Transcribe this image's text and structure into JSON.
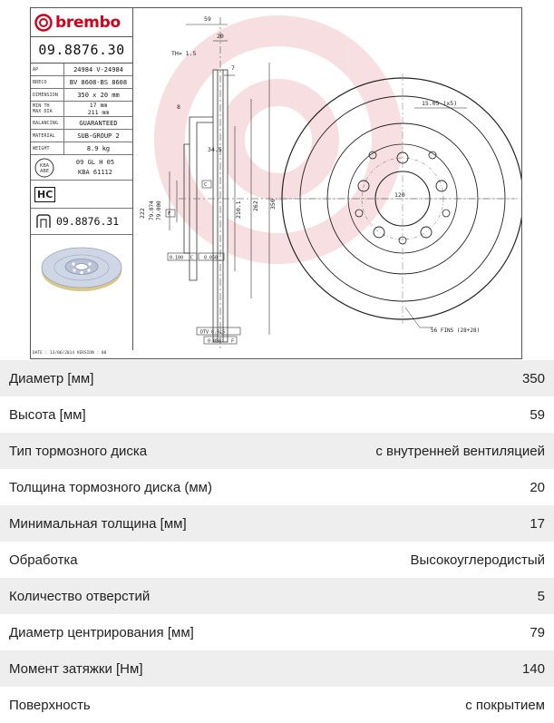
{
  "drawing": {
    "brand": "brembo",
    "part_number": "09.8876.30",
    "specs": [
      {
        "key": "AP",
        "value": "24984 V-24984"
      },
      {
        "key": "BRECO",
        "value": "BV 8608-BS 8608"
      },
      {
        "key": "DIMENSION",
        "value": "350 x 20 mm"
      },
      {
        "key": "MIN TH / MAX DIA",
        "value": "17 mm\n211 mm"
      },
      {
        "key": "BALANCING",
        "value": "GUARANTEED"
      },
      {
        "key": "MATERIAL",
        "value": "SUB-GROUP 2"
      },
      {
        "key": "WEIGHT",
        "value": "8.9 kg"
      }
    ],
    "min_th_label": "MIN TH",
    "max_dia_label": "MAX DIA",
    "min_th_value": "17 mm",
    "max_dia_value": "211 mm",
    "cert": {
      "icon_text_1": "KBA",
      "icon_text_2": "ABE",
      "line1": "09 GL H 05",
      "line2": "KBA 61112"
    },
    "hc_label": "HC",
    "alt_part_number": "09.8876.31",
    "date_line": "DATE : 13/06/2014 VERSION : 00",
    "dims": {
      "d59": "59",
      "d20": "20",
      "d7": "7",
      "th": "TH= 1.5",
      "d8": "8",
      "d345": "34.5",
      "c": "C",
      "f": "F",
      "d222": "222",
      "d79074": "79.074",
      "d79000": "79.000",
      "d2101": "210.1",
      "d262": "262",
      "d350": "350",
      "tol1": "0.100",
      "tol1c": "C",
      "tol2": "0.050",
      "dtv": "DTV 0.015",
      "tol3": "0.050",
      "tol3f": "F",
      "holes": "15.05 (x5)",
      "pcd": "120",
      "fins": "56 FINS (28+28)"
    }
  },
  "specs_list": [
    {
      "label": "Диаметр [мм]",
      "value": "350"
    },
    {
      "label": "Высота [мм]",
      "value": "59"
    },
    {
      "label": "Тип тормозного диска",
      "value": "с внутренней вентиляцией"
    },
    {
      "label": "Толщина тормозного диска (мм)",
      "value": "20"
    },
    {
      "label": "Минимальная толщина [мм]",
      "value": "17"
    },
    {
      "label": "Обработка",
      "value": "Высокоуглеродистый"
    },
    {
      "label": "Количество отверстий",
      "value": "5"
    },
    {
      "label": "Диаметр центрирования [мм]",
      "value": "79"
    },
    {
      "label": "Момент затяжки [Нм]",
      "value": "140"
    },
    {
      "label": "Поверхность",
      "value": "с покрытием"
    }
  ],
  "colors": {
    "brand_red": "#d0021b",
    "row_gray": "#eeeeee",
    "watermark": "#f2c4c8"
  }
}
